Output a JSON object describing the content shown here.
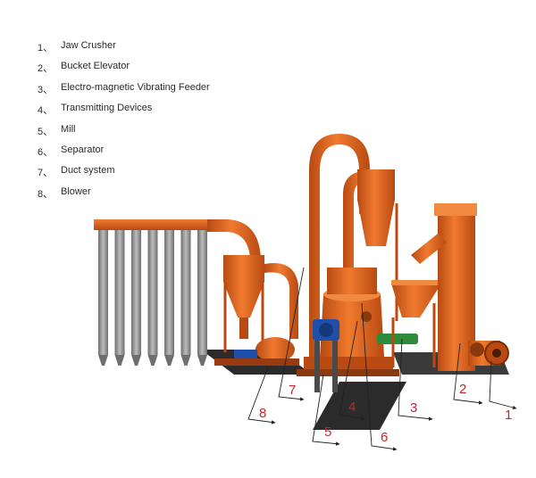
{
  "legend": {
    "items": [
      {
        "number": "1、",
        "label": "Jaw Crusher"
      },
      {
        "number": "2、",
        "label": "Bucket Elevator"
      },
      {
        "number": "3、",
        "label": "Electro-magnetic Vibrating Feeder"
      },
      {
        "number": "4、",
        "label": "Transmitting Devices"
      },
      {
        "number": "5、",
        "label": "Mill"
      },
      {
        "number": "6、",
        "label": "Separator"
      },
      {
        "number": "7、",
        "label": "Duct system"
      },
      {
        "number": "8、",
        "label": "Blower"
      }
    ]
  },
  "callouts": [
    "1",
    "2",
    "3",
    "4",
    "5",
    "6",
    "7",
    "8"
  ],
  "colors": {
    "machine_orange": "#e8641e",
    "machine_dark_orange": "#b84a12",
    "filter_grey": "#8a8a8a",
    "motor_blue": "#1f4fa8",
    "feeder_green": "#2e8b3c",
    "shadow": "#2b2b2b",
    "callout_red": "#c0282e"
  },
  "filter_bag_count": 7
}
